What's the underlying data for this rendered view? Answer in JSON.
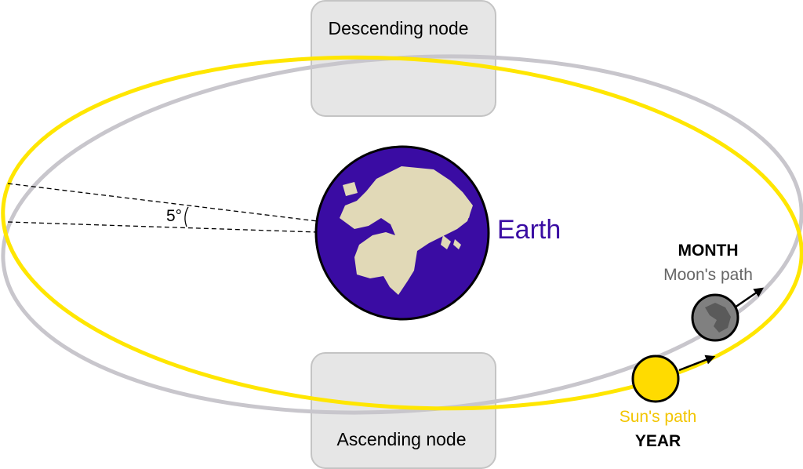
{
  "nodes": {
    "descending": "Descending node",
    "ascending": "Ascending node"
  },
  "earth": {
    "label": "Earth"
  },
  "angle": {
    "label": "5°"
  },
  "moon": {
    "period": "MONTH",
    "path": "Moon's path"
  },
  "sun": {
    "path": "Sun's path",
    "period": "YEAR"
  },
  "colors": {
    "sun_path": "#ffe600",
    "moon_path": "#c8c6cc",
    "earth_ocean": "#3a0ca3",
    "earth_land": "#e1d9b7",
    "node_box": "#e6e6e6",
    "sun": "#ffdb00",
    "moon": "#808080"
  }
}
